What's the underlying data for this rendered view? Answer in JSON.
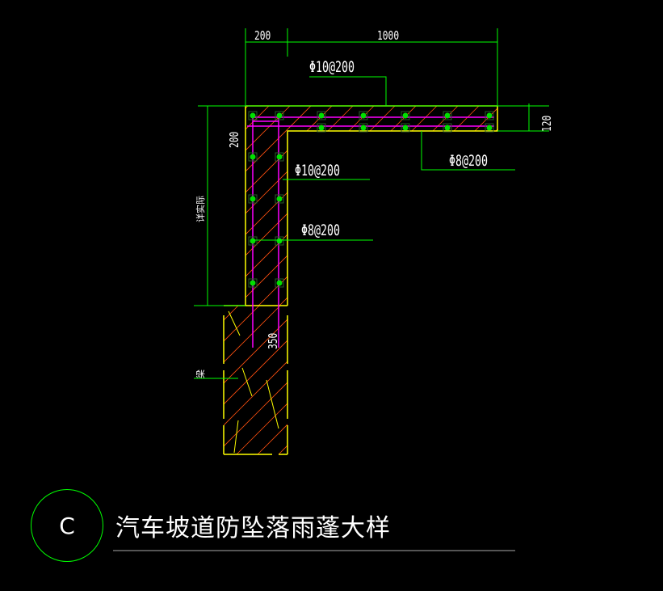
{
  "dimensions": {
    "top_left": "200",
    "top_right": "1000",
    "right_thickness": "120",
    "left_thickness": "200",
    "wall_height": "详实际",
    "beam_label": "梁",
    "beam_width": "350"
  },
  "rebar_labels": {
    "top_slab": "Φ10@200",
    "slab_bottom": "Φ8@200",
    "wall_outer": "Φ10@200",
    "wall_inner": "Φ8@200"
  },
  "detail": {
    "marker": "C",
    "title": "汽车坡道防坠落雨蓬大样"
  },
  "colors": {
    "dimension": "#00ff00",
    "outline": "#ffff00",
    "rebar": "#ff00ff",
    "hatch": "#ff4400",
    "background": "#000000"
  }
}
